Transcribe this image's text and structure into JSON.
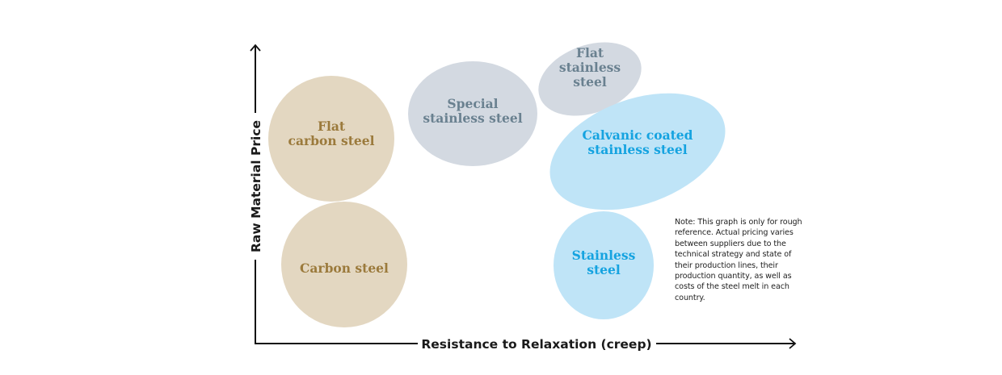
{
  "chart_data": {
    "type": "bubble-diagram",
    "title": "",
    "xlabel": "Resistance to Relaxation (creep)",
    "ylabel": "Raw Material Price",
    "grid": false,
    "colors": {
      "carbon_fill": "#e3d7c1",
      "carbon_text": "#9b7a3c",
      "special_fill": "#d3d9e1",
      "special_text": "#6a8190",
      "stainless_fill": "#bfe4f7",
      "stainless_text": "#15a3e0",
      "axis": "#111111"
    },
    "bubbles": [
      {
        "id": "flat-carbon-steel",
        "lines": [
          "Flat",
          "carbon steel"
        ],
        "group": "carbon",
        "relative_resistance": "low",
        "relative_price": "medium-high"
      },
      {
        "id": "carbon-steel",
        "lines": [
          "Carbon steel"
        ],
        "group": "carbon",
        "relative_resistance": "low",
        "relative_price": "low"
      },
      {
        "id": "special-stainless-steel",
        "lines": [
          "Special",
          "stainless steel"
        ],
        "group": "special",
        "relative_resistance": "medium",
        "relative_price": "high"
      },
      {
        "id": "flat-stainless-steel",
        "lines": [
          "Flat",
          "stainless",
          "steel"
        ],
        "group": "special",
        "relative_resistance": "medium-high",
        "relative_price": "highest"
      },
      {
        "id": "calvanic-coated-stainless-steel",
        "lines": [
          "Calvanic coated",
          "stainless steel"
        ],
        "group": "stainless",
        "relative_resistance": "high",
        "relative_price": "medium-high"
      },
      {
        "id": "stainless-steel",
        "lines": [
          "Stainless",
          "steel"
        ],
        "group": "stainless",
        "relative_resistance": "high",
        "relative_price": "low"
      }
    ]
  },
  "note": "Note: This graph is only for rough reference. Actual pricing varies between suppliers due to the technical strategy and state of their production lines, their production quantity, as well as costs of the steel melt in each country."
}
